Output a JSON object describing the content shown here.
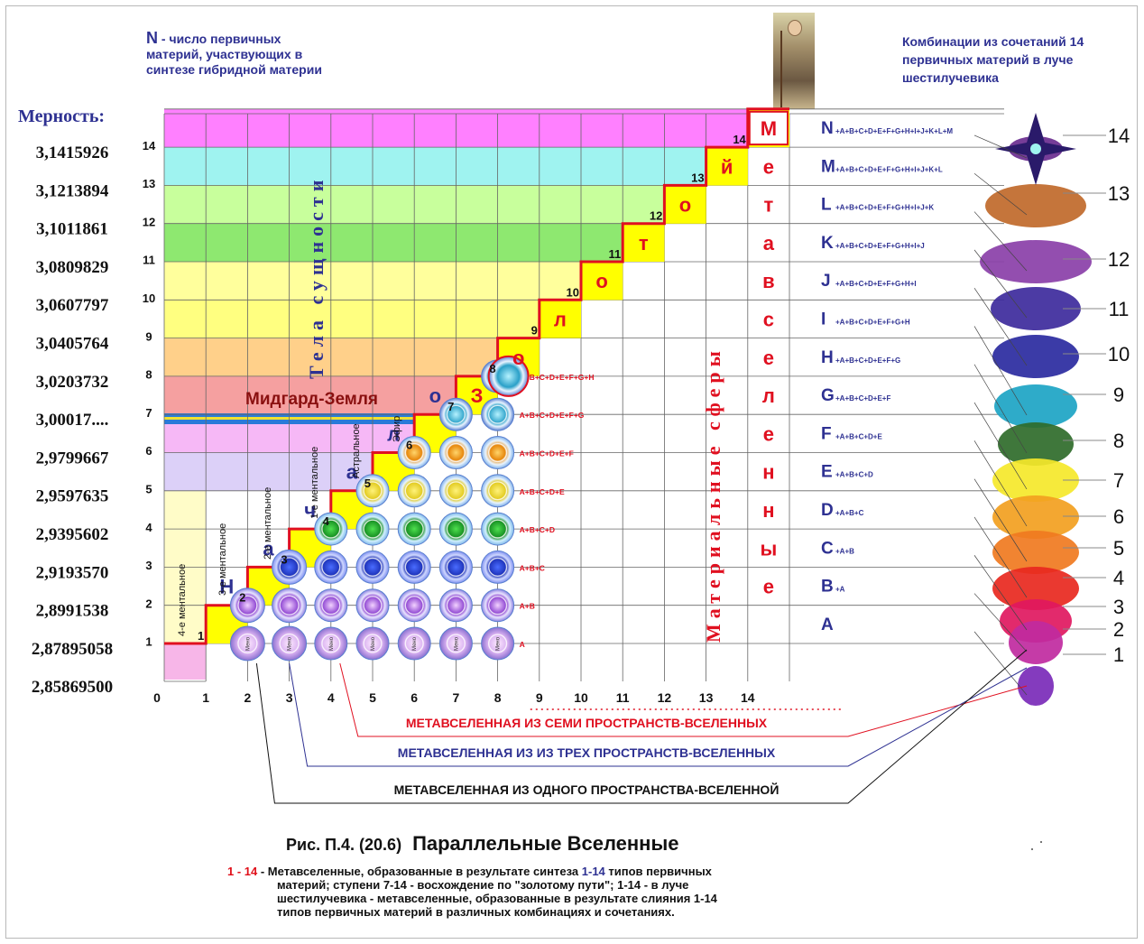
{
  "legend_n": {
    "letter": "N",
    "text": " - число первичных материй, участвующих в синтезе гибридной материи"
  },
  "legend_combinations": "Комбинации из сочетаний 14 первичных материй в луче шестилучевика",
  "mernost_label": "Мерность:",
  "dimensions": [
    "3,1415926",
    "3,1213894",
    "3,1011861",
    "3,0809829",
    "3,0607797",
    "3,0405764",
    "3,0203732",
    "3,00017....",
    "2,9799667",
    "2,9597635",
    "2,9395602",
    "2,9193570",
    "2,8991538",
    "2,87895058",
    "2,85869500"
  ],
  "row_numbers": [
    "14",
    "13",
    "12",
    "11",
    "10",
    "9",
    "8",
    "7",
    "6",
    "5",
    "4",
    "3",
    "2",
    "1"
  ],
  "column_numbers": [
    "0",
    "1",
    "2",
    "3",
    "4",
    "5",
    "6",
    "7",
    "8",
    "9",
    "10",
    "11",
    "12",
    "13",
    "14"
  ],
  "band_colors": {
    "r14": "#ff80ff",
    "r13": "#9ff3f0",
    "r12": "#c8ff9c",
    "r11": "#8ee870",
    "r10": "#ffff9c",
    "r9": "#ffff80",
    "r8": "#ffd08a",
    "r7": "#f5a0a0",
    "r6": "#f6b8f6",
    "r5": "#dcd0f8",
    "r4": "#ffffff"
  },
  "staircase_letters": [
    "Н",
    "а",
    "ч",
    "а",
    "л",
    "о",
    "З",
    "о",
    "л",
    "о",
    "т",
    "о",
    "й"
  ],
  "staircase_numbers": [
    "1",
    "2",
    "3",
    "4",
    "5",
    "6",
    "7",
    "8",
    "9",
    "10",
    "11",
    "12",
    "13",
    "14"
  ],
  "gold_cells": [
    [
      1,
      1
    ],
    [
      1,
      2
    ],
    [
      2,
      3
    ],
    [
      3,
      4
    ],
    [
      4,
      5
    ],
    [
      5,
      6
    ],
    [
      6,
      7
    ],
    [
      7,
      8
    ],
    [
      8,
      9
    ],
    [
      9,
      10
    ],
    [
      10,
      11
    ],
    [
      11,
      12
    ],
    [
      12,
      13
    ],
    [
      13,
      14
    ],
    [
      8,
      10
    ],
    [
      10,
      11
    ],
    [
      11,
      12
    ],
    [
      12,
      13
    ]
  ],
  "vertical_word_1": "Тела сущности",
  "vertical_word_2": "Материальные сферы",
  "vertical_word_3": "Метавселенные",
  "sphere_formulas": [
    "A",
    "A+B",
    "A+B+C",
    "A+B+C+D",
    "A+B+C+D+E",
    "A+B+C+D+E+F",
    "A+B+C+D+E+F+G",
    "A+B+C+D+E+F+G+H"
  ],
  "diagonal_labels": [
    "4-е ментальное",
    "3-е ментальное",
    "2-е ментальное",
    "1-е ментальное",
    "Астральное",
    "Эфир"
  ],
  "midgard": "Мидгард-Земля",
  "letters_column": [
    {
      "letter": "N",
      "sub": "+A+B+C+D+E+F+G+H+I+J+K+L+M"
    },
    {
      "letter": "M",
      "sub": "+A+B+C+D+E+F+G+H+I+J+K+L"
    },
    {
      "letter": "L",
      "sub": "+A+B+C+D+E+F+G+H+I+J+K"
    },
    {
      "letter": "K",
      "sub": "+A+B+C+D+E+F+G+H+I+J"
    },
    {
      "letter": "J",
      "sub": "+A+B+C+D+E+F+G+H+I"
    },
    {
      "letter": "I",
      "sub": "+A+B+C+D+E+F+G+H"
    },
    {
      "letter": "H",
      "sub": "+A+B+C+D+E+F+G"
    },
    {
      "letter": "G",
      "sub": "+A+B+C+D+E+F"
    },
    {
      "letter": "F",
      "sub": "+A+B+C+D+E"
    },
    {
      "letter": "E",
      "sub": "+A+B+C+D"
    },
    {
      "letter": "D",
      "sub": "+A+B+C"
    },
    {
      "letter": "C",
      "sub": "+A+B"
    },
    {
      "letter": "B",
      "sub": "+A"
    },
    {
      "letter": "A",
      "sub": ""
    }
  ],
  "ray_numbers": [
    "14",
    "13",
    "12",
    "11",
    "10",
    "9",
    "8",
    "7",
    "6",
    "5",
    "4",
    "3",
    "2",
    "1"
  ],
  "ray_colors": [
    "#6a2d8f",
    "#c0692a",
    "#8a3fa8",
    "#3d2a9c",
    "#2a2aa0",
    "#1ca4c4",
    "#2f6b2a",
    "#f5e82a",
    "#f2a020",
    "#f07a20",
    "#e8281e",
    "#e01860",
    "#c02aa0",
    "#7a2ab8",
    "#a040c0"
  ],
  "metaverse_lines": [
    "МЕТАВСЕЛЕННАЯ ИЗ СЕМИ ПРОСТРАНСТВ-ВСЕЛЕННЫХ",
    "МЕТАВСЕЛЕННАЯ ИЗ ИЗ ТРЕХ ПРОСТРАНСТВ-ВСЕЛЕННЫХ",
    "МЕТАВСЕЛЕННАЯ ИЗ ОДНОГО ПРОСТРАНСТВА-ВСЕЛЕННОЙ"
  ],
  "caption": {
    "fig": "Рис. П.4. (20.6)",
    "title": "Параллельные Вселенные",
    "range": "1 - 14",
    "line1a": " - Метавселенные, образованные в результате синтеза ",
    "line1b": "1-14",
    "line1c": " типов первичных",
    "line2": "материй;     ступени 7-14 - восхождение по \"золотому пути\"; 1-14 - в луче",
    "line3": "шестилучевика - метавселенные, образованные в результате слияния 1-14",
    "line4": "типов первичных материй в различных  комбинациях  и сочетаниях."
  },
  "sphere_label": "Мено"
}
